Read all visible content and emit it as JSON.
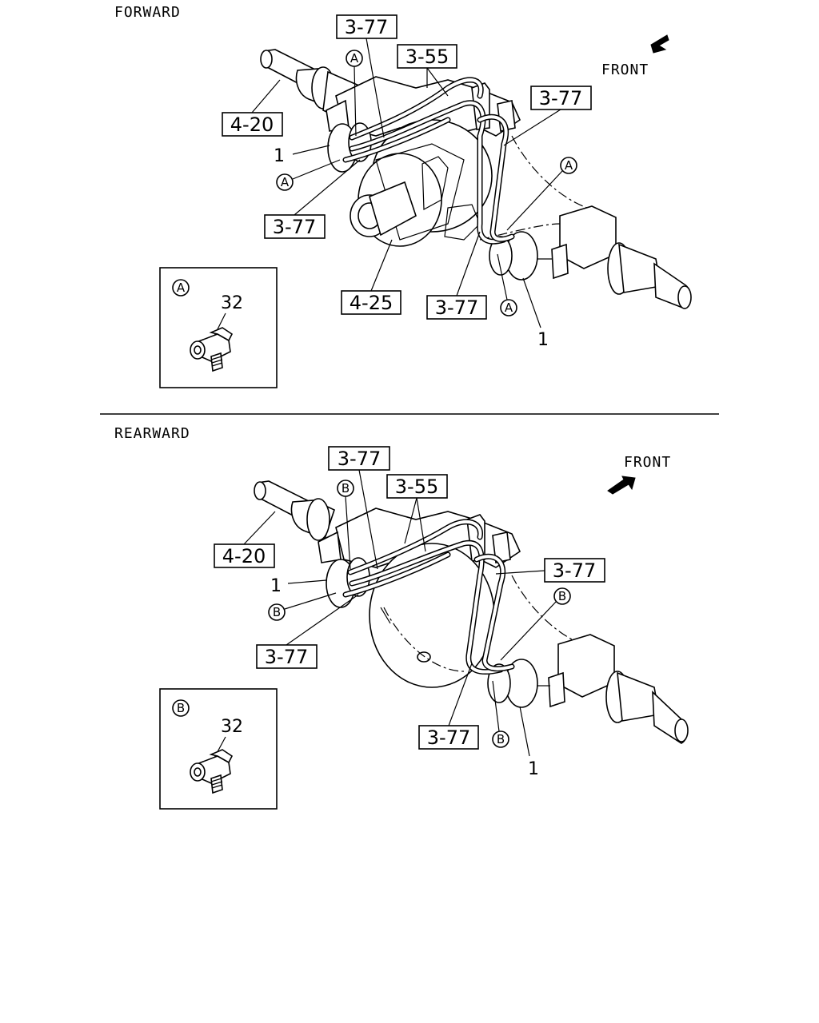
{
  "forward": {
    "section_title": "FORWARD",
    "front_label": "FRONT",
    "refs": {
      "top_377": "3-77",
      "top_355": "3-55",
      "right_377": "3-77",
      "left_420": "4-20",
      "mid_377": "3-77",
      "bot_425": "4-25",
      "bot_377": "3-77"
    },
    "callouts": {
      "left_1": "1",
      "right_1": "1",
      "circle_top": "A",
      "circle_left": "A",
      "circle_right": "A",
      "circle_bottom": "A"
    },
    "inset": {
      "letter": "A",
      "part_no": "32"
    }
  },
  "rearward": {
    "section_title": "REARWARD",
    "front_label": "FRONT",
    "refs": {
      "top_377": "3-77",
      "top_355": "3-55",
      "right_377": "3-77",
      "left_420": "4-20",
      "mid_377": "3-77",
      "bot_377": "3-77"
    },
    "callouts": {
      "left_1": "1",
      "right_1": "1",
      "circle_top": "B",
      "circle_left": "B",
      "circle_right": "B",
      "circle_bottom": "B"
    },
    "inset": {
      "letter": "B",
      "part_no": "32"
    }
  }
}
